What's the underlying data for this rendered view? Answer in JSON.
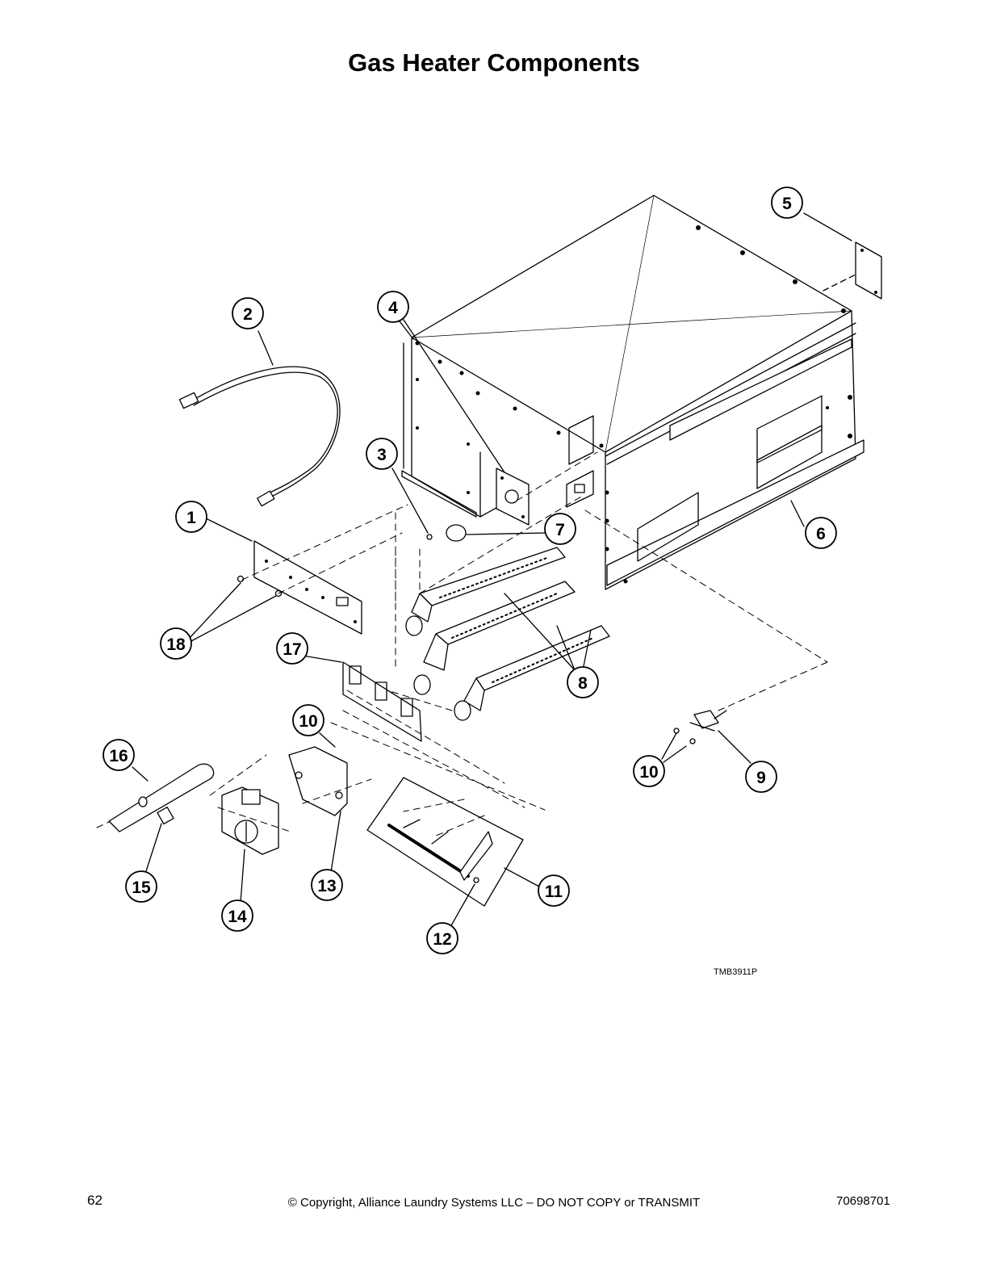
{
  "page": {
    "title": "Gas Heater Components",
    "figure_code": "TMB3911P",
    "footer": {
      "page_number": "62",
      "copyright": "© Copyright, Alliance Laundry Systems LLC – DO NOT COPY or TRANSMIT",
      "doc_number": "70698701"
    }
  },
  "callouts": [
    {
      "label": "1",
      "part": "bracket-panel"
    },
    {
      "label": "2",
      "part": "ignition-cable"
    },
    {
      "label": "3",
      "part": "screw"
    },
    {
      "label": "4",
      "part": "mounting-bracket"
    },
    {
      "label": "5",
      "part": "cover-plate"
    },
    {
      "label": "6",
      "part": "burner-housing"
    },
    {
      "label": "7",
      "part": "thermostat-sensor"
    },
    {
      "label": "8",
      "part": "burner-tube"
    },
    {
      "label": "9",
      "part": "igniter"
    },
    {
      "label": "10",
      "part": "screw"
    },
    {
      "label": "10",
      "part": "screw"
    },
    {
      "label": "11",
      "part": "manifold-assembly"
    },
    {
      "label": "12",
      "part": "orifice"
    },
    {
      "label": "13",
      "part": "valve-bracket"
    },
    {
      "label": "14",
      "part": "gas-valve"
    },
    {
      "label": "15",
      "part": "fitting"
    },
    {
      "label": "16",
      "part": "gas-pipe"
    },
    {
      "label": "17",
      "part": "burner-plate"
    },
    {
      "label": "18",
      "part": "screw"
    }
  ]
}
